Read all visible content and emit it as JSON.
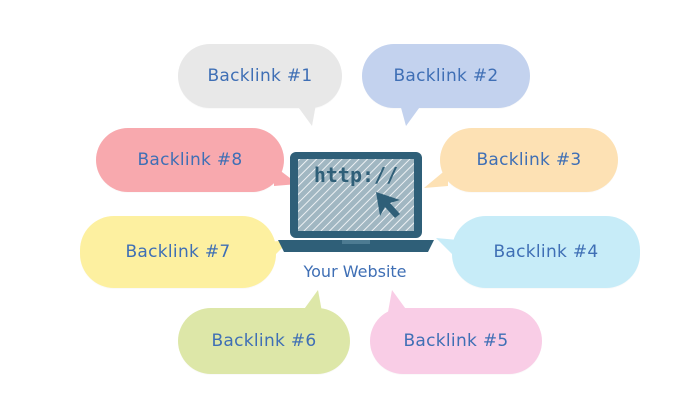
{
  "center": {
    "url_text": "http://",
    "label": "Your Website"
  },
  "backlinks": [
    {
      "label": "Backlink #1",
      "color": "#e8e8e8"
    },
    {
      "label": "Backlink #2",
      "color": "#c3d2ee"
    },
    {
      "label": "Backlink #3",
      "color": "#fde1b4"
    },
    {
      "label": "Backlink #4",
      "color": "#c7ecf8"
    },
    {
      "label": "Backlink #5",
      "color": "#f9cde6"
    },
    {
      "label": "Backlink #6",
      "color": "#dde7a8"
    },
    {
      "label": "Backlink #7",
      "color": "#fdf0a0"
    },
    {
      "label": "Backlink #8",
      "color": "#f8a9ae"
    }
  ],
  "colors": {
    "text": "#3f6fb5",
    "laptop": "#2f5f78"
  }
}
